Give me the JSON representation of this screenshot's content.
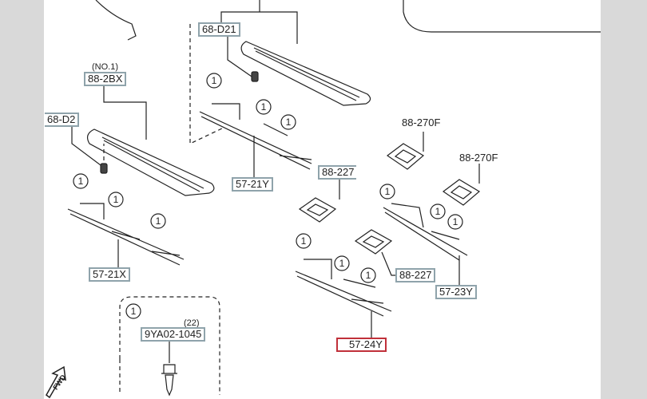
{
  "labels": {
    "p68d21_top": "68-D21",
    "p68d21_left": "68-D2",
    "p88_2bx": "88-2BX",
    "no1": "(NO.1)",
    "p57_21y": "57-21Y",
    "p88_227_upper": "88-227",
    "p88_270f_top": "88-270F",
    "p88_270f_right": "88-270F",
    "p57_21x": "57-21X",
    "p88_227_lower": "88-227",
    "p57_23y": "57-23Y",
    "p57_24y": "57-24Y",
    "qty22": "(22)",
    "p9ya02": "9YA02-1045",
    "callout": "1",
    "fwd": "FWD"
  },
  "colors": {
    "label_border": "#8fa3ab",
    "selected_border": "#c0303a"
  }
}
